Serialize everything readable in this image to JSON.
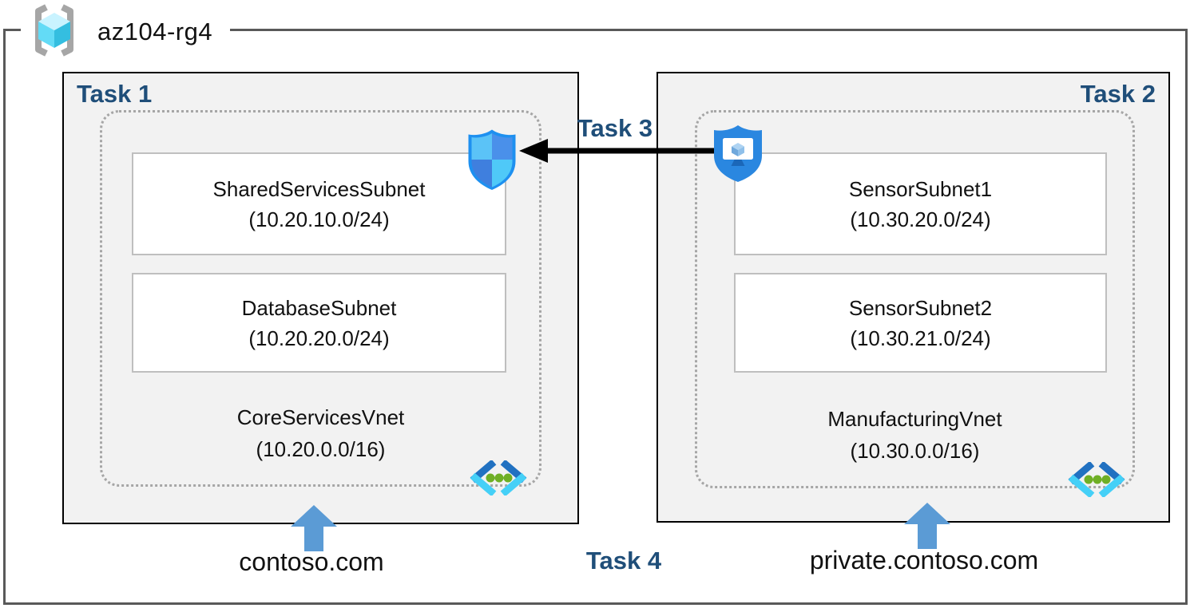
{
  "resource_group": {
    "name": "az104-rg4"
  },
  "tasks": {
    "task1": "Task 1",
    "task2": "Task 2",
    "task3": "Task 3",
    "task4": "Task 4"
  },
  "vnets": [
    {
      "name": "CoreServicesVnet",
      "cidr": "(10.20.0.0/16)",
      "dns": "contoso.com",
      "subnets": [
        {
          "name": "SharedServicesSubnet",
          "cidr": "(10.20.10.0/24)"
        },
        {
          "name": "DatabaseSubnet",
          "cidr": "(10.20.20.0/24)"
        }
      ]
    },
    {
      "name": "ManufacturingVnet",
      "cidr": "(10.30.0.0/16)",
      "dns": "private.contoso.com",
      "subnets": [
        {
          "name": "SensorSubnet1",
          "cidr": "(10.30.20.0/24)"
        },
        {
          "name": "SensorSubnet2",
          "cidr": "(10.30.21.0/24)"
        }
      ]
    }
  ],
  "icons": {
    "resource_group": "resource-group-icon",
    "nsg": "network-security-group-shield-icon",
    "bastion": "bastion-shield-monitor-icon",
    "vnet": "virtual-network-icon",
    "up_arrow": "blue-up-arrow",
    "peering": "black-left-arrow"
  },
  "colors": {
    "task_label": "#1F4E79",
    "box_fill": "#F2F2F2",
    "box_border": "#000000",
    "dashed_border": "#A6A6A6",
    "subnet_border": "#BFBFBF",
    "frame_border": "#595959",
    "up_arrow_blue": "#5B9BD5",
    "vnet_chevron_dark": "#2171C1",
    "vnet_chevron_light": "#45D0F7",
    "vnet_dots_green": "#6FAF25",
    "bastion_blue": "#2A87E0"
  }
}
